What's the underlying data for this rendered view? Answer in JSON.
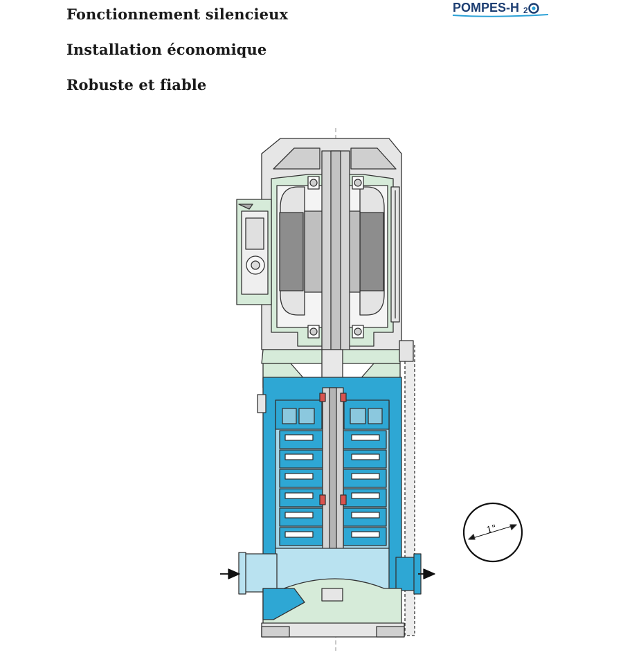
{
  "features": [
    "Fonctionnement silencieux",
    "Installation économique",
    "Robuste et fiable"
  ],
  "logo": {
    "text": "POMPES-H2O",
    "color": "#1e3f73",
    "accent": "#2aa0d6"
  },
  "pipe_size": {
    "label": "1\""
  },
  "colors": {
    "water": "#2ea7d4",
    "water_light": "#b9e2f0",
    "casing_green": "#d6ebd9",
    "casing_gray": "#e6e6e6",
    "metal": "#bcbcbc",
    "outline": "#333333"
  },
  "icons": {
    "inlet": "arrow-right-icon",
    "outlet": "arrow-right-icon"
  }
}
